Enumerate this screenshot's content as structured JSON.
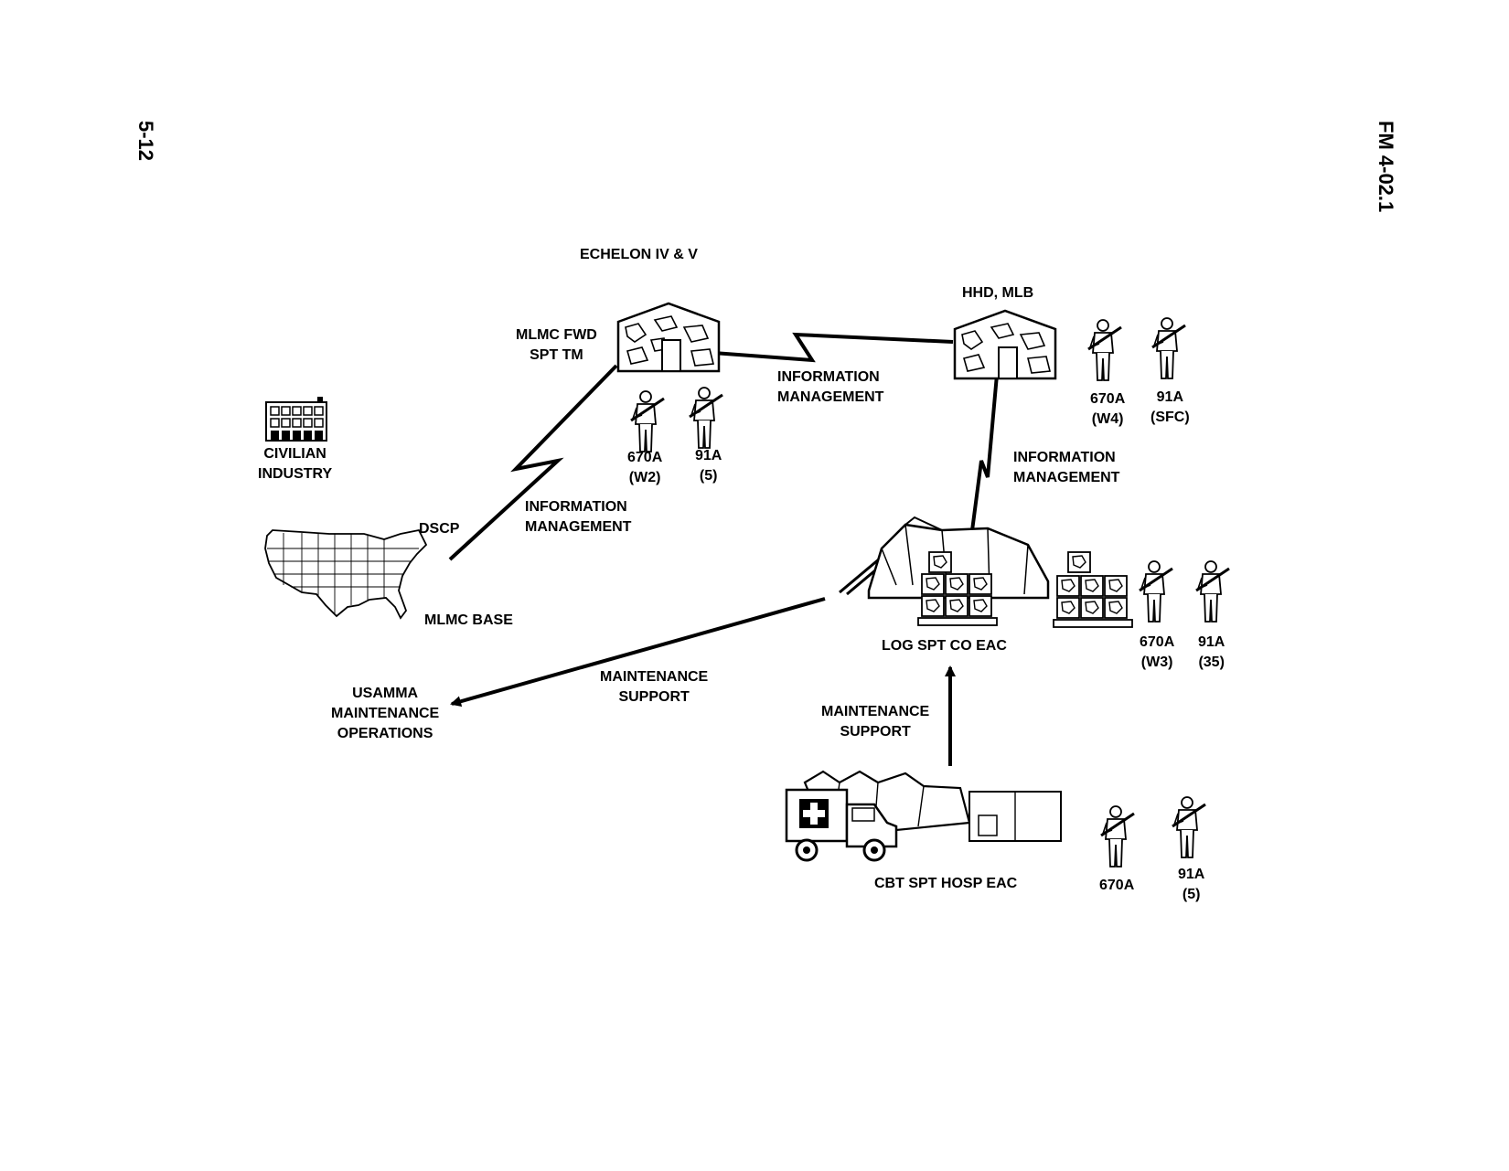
{
  "page": {
    "number": "5-12",
    "manual": "FM 4-02.1"
  },
  "echelon_title": "ECHELON IV & V",
  "nodes": {
    "mlmc_fwd": [
      "MLMC FWD",
      "SPT TM"
    ],
    "hhd_mlb": "HHD, MLB",
    "civilian_industry": [
      "CIVILIAN",
      "INDUSTRY"
    ],
    "dscp": "DSCP",
    "mlmc_base": "MLMC BASE",
    "usamma": [
      "USAMMA",
      "MAINTENANCE",
      "OPERATIONS"
    ],
    "log_spt_co": "LOG SPT CO EAC",
    "cbt_spt_hosp": "CBT SPT HOSP EAC"
  },
  "links": {
    "info_mgmt_top": [
      "INFORMATION",
      "MANAGEMENT"
    ],
    "info_mgmt_left": [
      "INFORMATION",
      "MANAGEMENT"
    ],
    "info_mgmt_right": [
      "INFORMATION",
      "MANAGEMENT"
    ],
    "maint_support_left": [
      "MAINTENANCE",
      "SUPPORT"
    ],
    "maint_support_bottom": [
      "MAINTENANCE",
      "SUPPORT"
    ]
  },
  "personnel": {
    "fwd_670a": [
      "670A",
      "(W2)"
    ],
    "fwd_91a": [
      "91A",
      "(5)"
    ],
    "hhd_670a": [
      "670A",
      "(W4)"
    ],
    "hhd_91a": [
      "91A",
      "(SFC)"
    ],
    "log_670a": [
      "670A",
      "(W3)"
    ],
    "log_91a": [
      "91A",
      "(35)"
    ],
    "hosp_670a": [
      "670A"
    ],
    "hosp_91a": [
      "91A",
      "(5)"
    ]
  },
  "icons": [
    "building-icon",
    "us-map-icon",
    "shelter-icon",
    "tent-icon",
    "ambulance-icon",
    "soldier-icon",
    "crate-icon"
  ]
}
